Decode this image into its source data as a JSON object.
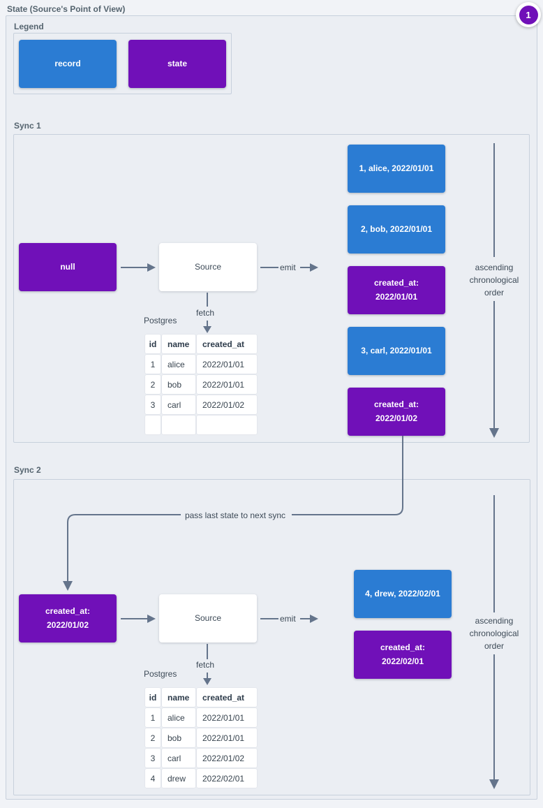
{
  "page": {
    "title": "State (Source's Point of View)",
    "badge": "1"
  },
  "colors": {
    "record": "#2b7cd3",
    "state": "#7010b8",
    "line": "#64748b"
  },
  "legend": {
    "label": "Legend",
    "record_label": "record",
    "state_label": "state"
  },
  "connector_label": "pass last state to next sync",
  "sync1": {
    "label": "Sync 1",
    "input_state": "null",
    "source": "Source",
    "emit": "emit",
    "fetch": "fetch",
    "db_label": "Postgres",
    "order_note": "ascending\nchronological\norder",
    "records": [
      {
        "text": "1, alice, 2022/01/01",
        "type": "record"
      },
      {
        "text": "2, bob, 2022/01/01",
        "type": "record"
      },
      {
        "text": "created_at:\n2022/01/01",
        "type": "state"
      },
      {
        "text": "3, carl, 2022/01/01",
        "type": "record"
      },
      {
        "text": "created_at:\n2022/01/02",
        "type": "state"
      }
    ],
    "table": {
      "headers": [
        "id",
        "name",
        "created_at"
      ],
      "rows": [
        [
          "1",
          "alice",
          "2022/01/01"
        ],
        [
          "2",
          "bob",
          "2022/01/01"
        ],
        [
          "3",
          "carl",
          "2022/01/02"
        ],
        [
          "",
          "",
          ""
        ]
      ]
    }
  },
  "sync2": {
    "label": "Sync 2",
    "input_state": "created_at:\n2022/01/02",
    "source": "Source",
    "emit": "emit",
    "fetch": "fetch",
    "db_label": "Postgres",
    "order_note": "ascending\nchronological\norder",
    "records": [
      {
        "text": "4, drew, 2022/02/01",
        "type": "record"
      },
      {
        "text": "created_at:\n2022/02/01",
        "type": "state"
      }
    ],
    "table": {
      "headers": [
        "id",
        "name",
        "created_at"
      ],
      "rows": [
        [
          "1",
          "alice",
          "2022/01/01"
        ],
        [
          "2",
          "bob",
          "2022/01/01"
        ],
        [
          "3",
          "carl",
          "2022/01/02"
        ],
        [
          "4",
          "drew",
          "2022/02/01"
        ]
      ]
    }
  }
}
